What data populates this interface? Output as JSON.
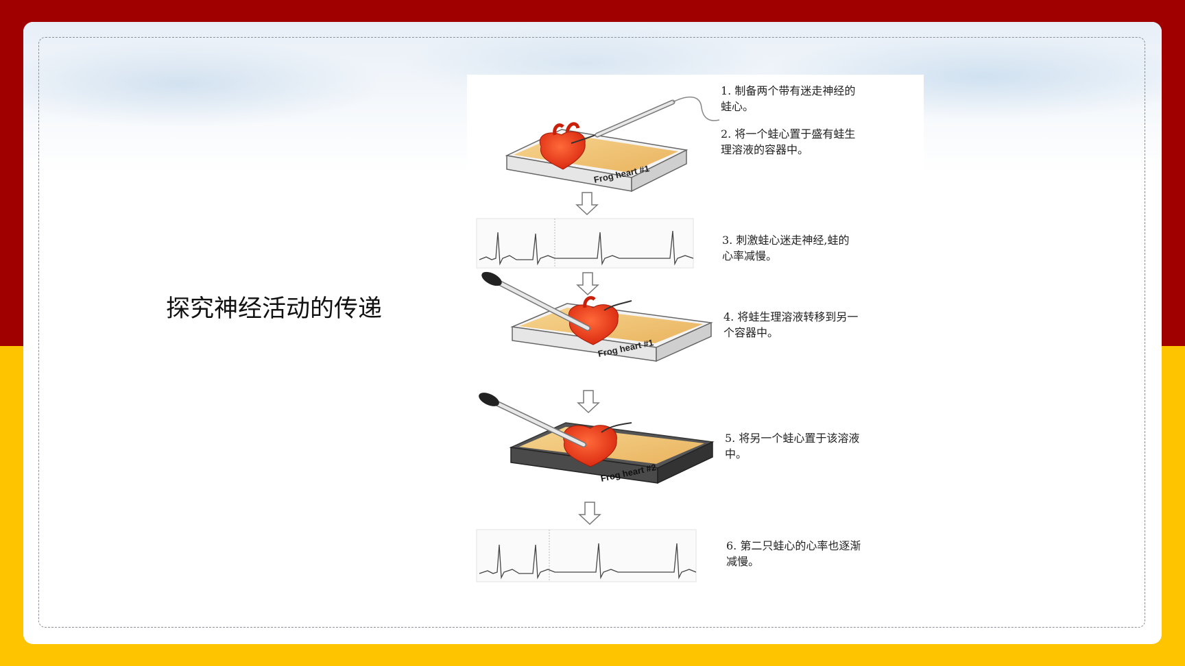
{
  "slide": {
    "title": "探究神经活动的传递"
  },
  "figure": {
    "containers": [
      {
        "label": "Frog heart #1"
      },
      {
        "label": "Frog heart #1"
      },
      {
        "label": "Frog heart #2"
      }
    ],
    "steps": [
      {
        "text": "1. 制备两个带有迷走神经的蛙心。"
      },
      {
        "text": "2. 将一个蛙心置于盛有蛙生理溶液的容器中。"
      },
      {
        "text": "3. 刺激蛙心迷走神经,蛙的心率减慢。"
      },
      {
        "text": "4. 将蛙生理溶液转移到另一个容器中。"
      },
      {
        "text": "5. 将另一个蛙心置于该溶液中。"
      },
      {
        "text": "6. 第二只蛙心的心率也逐渐减慢。"
      }
    ]
  },
  "colors": {
    "top_band": "#a00000",
    "bottom_band": "#ffc400",
    "heart": "#e8381a",
    "solution": "#f0c070"
  }
}
